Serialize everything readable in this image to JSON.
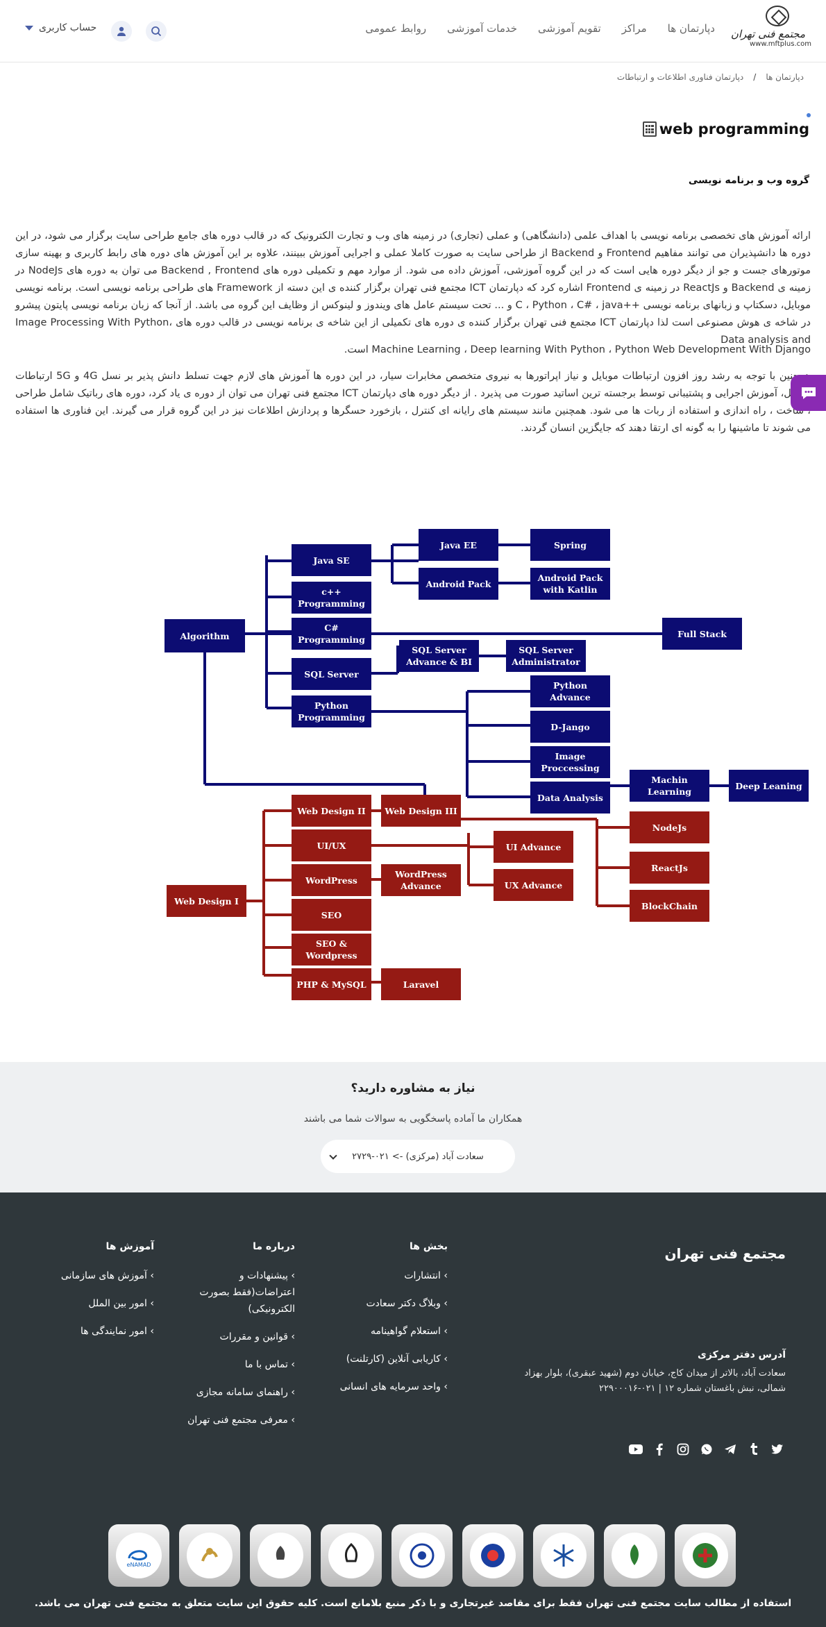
{
  "header": {
    "logo_text": "مجتمع فنی تهران",
    "logo_url": "www.mftplus.com",
    "nav": [
      "دپارتمان ها",
      "مراکز",
      "تقویم آموزشی",
      "خدمات آموزشی",
      "روابط عمومی"
    ],
    "account_label": "حساب کاربری"
  },
  "breadcrumb": {
    "items": [
      "دپارتمان ها",
      "دپارتمان فناوری اطلاعات و ارتباطات"
    ],
    "separator": "/"
  },
  "page": {
    "title": "web programming",
    "subtitle": "گروه وب و برنامه نویسی",
    "paragraph1": "ارائه آموزش های تخصصی برنامه نویسی با اهداف علمی (دانشگاهی) و عملی (تجاری) در زمینه های وب و تجارت الکترونیک که در قالب دوره های جامع طراحی سایت برگزار می شود، در این دوره ها دانشپذیران می توانند مفاهیم Frontend و Backend  از طراحی سایت به صورت کاملا عملی و اجرایی آموزش ببینند، علاوه بر این آموزش های دوره های رابط کاربری و بهینه سازی موتورهای جست و جو از دیگر دوره هایی است که در این گروه آموزشی، آموزش داده می شود. از موارد مهم و تکمیلی دوره های Backend , Frontend می توان به دوره های  NodeJs در زمینه ی Backend و ReactJs در زمینه ی Frontend اشاره کرد که دپارتمان ICT مجتمع فنی تهران برگزار کننده ی این دسته از  Framework های طراحی برنامه نویسی است. برنامه نویسی موبایل، دسکتاپ و زبانهای برنامه نویسی   ++C ، Python ، C# ، java و ... تحت سیستم عامل های ویندوز و لینوکس از وظایف این گروه می باشد. از آنجا که زبان برنامه نویسی پایتون پیشرو در شاخه ی هوش مصنوعی است لذا دپارتمان ICT مجتمع فنی تهران برگزار کننده ی دوره های تکمیلی از این شاخه ی برنامه نویسی در قالب دوره های   Image Processing With Python، Data analysis and",
    "paragraph2": "Machine Learning ، Deep learning With Python ، Python Web Development With Django است.",
    "paragraph3": "همچنین با توجه به رشد روز افزون ارتباطات موبایل و نیاز اپراتورها به نیروی متخصص مخابرات سیار، در این دوره ها آموزش های لازم جهت تسلط دانش پذیر بر نسل 4G و 5G  ارتباطات موبایل، آموزش اجرایی و پشتیبانی توسط برجسته ترین اساتید صورت می پذیرد . از دیگر دوره های دپارتمان ICT مجتمع فنی تهران می توان از دوره ی یاد کرد، دوره های رباتیک شامل طراحی ، ساخت ، راه اندازی و استفاده از ربات ها می شود. همچنین مانند سیستم های رایانه ای کنترل ، بازخورد حسگرها و پردازش اطلاعات نیز در این گروه قرار می گیرند. این فناوری ها استفاده می شوند تا ماشینها را به گونه ای ارتقا دهند که جایگزین انسان گردند."
  },
  "diagram": {
    "blue_nodes": {
      "algorithm": "Algorithm",
      "java_se": "Java SE",
      "cpp": "c++ Programming",
      "csharp": "C# Programming",
      "sql_server": "SQL Server",
      "python": "Python Programming",
      "java_ee": "Java EE",
      "spring": "Spring",
      "android_pack": "Android Pack",
      "android_kotlin": "Android Pack with Katlin",
      "sql_adv_bi": "SQL Server Advance & BI",
      "sql_admin": "SQL Server Administrator",
      "full_stack": "Full Stack",
      "python_adv": "Python Advance",
      "django": "D-Jango",
      "image_proc": "Image Proccessing",
      "data_analysis": "Data Analysis",
      "machine_learning": "Machin Learning",
      "deep_learning": "Deep Leaning"
    },
    "red_nodes": {
      "web_design_1": "Web Design I",
      "web_design_2": "Web Design II",
      "web_design_3": "Web Design III",
      "uiux": "UI/UX",
      "wordpress": "WordPress",
      "wordpress_adv": "WordPress Advance",
      "seo": "SEO",
      "seo_wp": "SEO & Wordpress",
      "php": "PHP & MySQL",
      "laravel": "Laravel",
      "ui_adv": "UI Advance",
      "ux_adv": "UX Advance",
      "nodejs": "NodeJs",
      "reactjs": "ReactJs",
      "blockchain": "BlockChain"
    },
    "colors": {
      "blue": "#0c0c72",
      "red": "#951a14"
    }
  },
  "consult": {
    "title": "نیاز به مشاوره دارید؟",
    "subtitle": "همکاران ما آماده پاسخگویی به سوالات شما می باشند",
    "select_value": "سعادت آباد (مرکزی) -> ۰۲۱-۲۷۲۹"
  },
  "footer": {
    "brand": "مجتمع فنی تهران",
    "address_title": "آدرس دفتر مرکزی",
    "address": "سعادت آباد، بالاتر از میدان کاج، خیابان دوم (شهید عبقری)، بلوار بهزاد شمالی، نبش باغستان شماره ۱۲ | ۰۲۱-۲۲۹۰۰۰۱۶",
    "sections_title": "بخش ها",
    "sections": [
      "انتشارات",
      "وبلاگ دکتر سعادت",
      "استعلام گواهینامه",
      "کاریابی آنلاین (کارتلنت)",
      "واحد سرمایه های انسانی"
    ],
    "about_title": "درباره ما",
    "about": [
      "پیشنهادات و اعتراضات(فقط بصورت الکترونیکی)",
      "قوانین و مقررات",
      "تماس با ما",
      "راهنمای سامانه مجازی",
      "معرفی مجتمع فنی تهران"
    ],
    "edu_title": "آموزش ها",
    "edu": [
      "آموزش های سازمانی",
      "امور بین الملل",
      "امور نمایندگی ها"
    ],
    "social_icons": [
      "twitter-icon",
      "tumblr-icon",
      "telegram-icon",
      "whatsapp-icon",
      "instagram-icon",
      "facebook-icon",
      "youtube-icon"
    ],
    "badge_labels": [
      "eNAMAD",
      "",
      "",
      "",
      "",
      "",
      "",
      "",
      ""
    ],
    "copyright": "استفاده از مطالب سایت مجتمع فنی تهران فقط برای مقاصد غیرتجاری و با ذکر منبع بلامانع است. کلیه حقوق این سایت متعلق به مجتمع فنی تهران می باشد."
  }
}
